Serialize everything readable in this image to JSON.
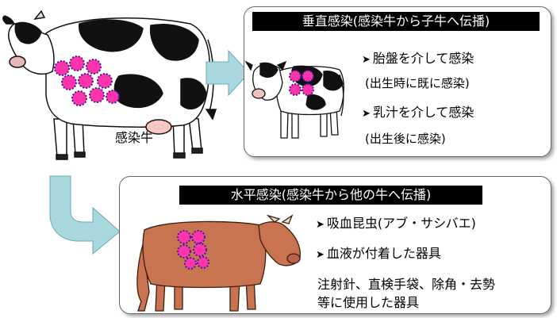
{
  "infected_cow_label": "感染牛",
  "vertical": {
    "title": "垂直感染(感染牛から子牛へ伝播)",
    "route1": "胎盤を介して感染",
    "route1_note": "(出生時に既に感染)",
    "route2": "乳汁を介して感染",
    "route2_note": "(出生後に感染)"
  },
  "horizontal": {
    "title": "水平感染(感染牛から他の牛へ伝播)",
    "route1": "吸血昆虫(アブ・サシバエ)",
    "route2": "血液が付着した器具",
    "examples_line1": "注射針、直検手袋、除角・去勢",
    "examples_line2": "等に使用した器具"
  },
  "colors": {
    "virus_fill": "#ff33aa",
    "virus_outline": "#3a1e9e",
    "arrow": "#a9d8df",
    "brown_cow": "#c87450"
  }
}
